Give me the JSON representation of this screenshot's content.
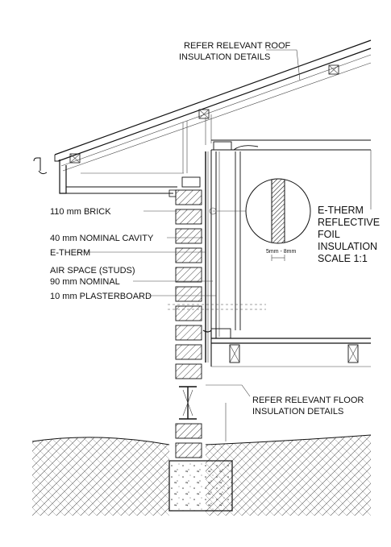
{
  "labels": {
    "roof_ref_line1": "REFER RELEVANT ROOF",
    "roof_ref_line2": "INSULATION DETAILS",
    "brick": "110 mm BRICK",
    "cavity": "40 mm NOMINAL CAVITY",
    "etherm": "E-THERM",
    "air_space_line1": "AIR SPACE (STUDS)",
    "air_space_line2": "90 mm NOMINAL",
    "plasterboard": "10 mm PLASTERBOARD",
    "detail_line1": "E-THERM",
    "detail_line2": "REFLECTIVE",
    "detail_line3": "FOIL",
    "detail_line4": "INSULATION",
    "detail_line5": "SCALE 1:1",
    "detail_dimension": "5mm - 8mm",
    "floor_ref_line1": "REFER RELEVANT FLOOR",
    "floor_ref_line2": "INSULATION DETAILS"
  },
  "colors": {
    "line": "#111111",
    "hatch": "#333333",
    "background": "#ffffff"
  }
}
